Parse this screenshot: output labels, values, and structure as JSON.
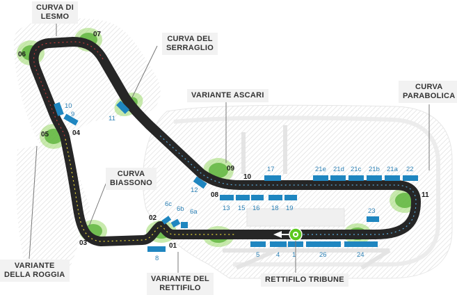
{
  "corner_labels": {
    "lesmo": "CURVA DI\nLESMO",
    "serraglio": "CURVA DEL\nSERRAGLIO",
    "ascari": "VARIANTE  ASCARI",
    "parabolica": "CURVA\nPARABOLICA",
    "biassono": "CURVA\nBIASSONO",
    "roggia": "VARIANTE\nDELLA ROGGIA",
    "rettifilo": "VARIANTE DEL\nRETTIFILO",
    "tribune": "RETTIFILO TRIBUNE"
  },
  "turns": {
    "t01": "01",
    "t02": "02",
    "t03": "03",
    "t04": "04",
    "t05": "05",
    "t06": "06",
    "t07": "07",
    "t08": "08",
    "t09": "09",
    "t10": "10",
    "t11": "11"
  },
  "grandstands": {
    "g1": "1",
    "g4": "4",
    "g5": "5",
    "g6a": "6a",
    "g6b": "6b",
    "g6c": "6c",
    "g8": "8",
    "g9": "9",
    "g10": "10",
    "g11": "11",
    "g12": "12",
    "g13": "13",
    "g15": "15",
    "g16": "16",
    "g17": "17",
    "g18": "18",
    "g19": "19",
    "g21a": "21a",
    "g21b": "21b",
    "g21c": "21c",
    "g21d": "21d",
    "g21e": "21e",
    "g22": "22",
    "g23": "23",
    "g24": "24",
    "g26": "26"
  },
  "colors": {
    "track": "#262626",
    "stand": "#1f86c0",
    "stand_label": "#2a7fb4",
    "zone_green": "#72c43a",
    "label_bg": "#f2f2f2",
    "start_marker": "#5cc81e"
  }
}
